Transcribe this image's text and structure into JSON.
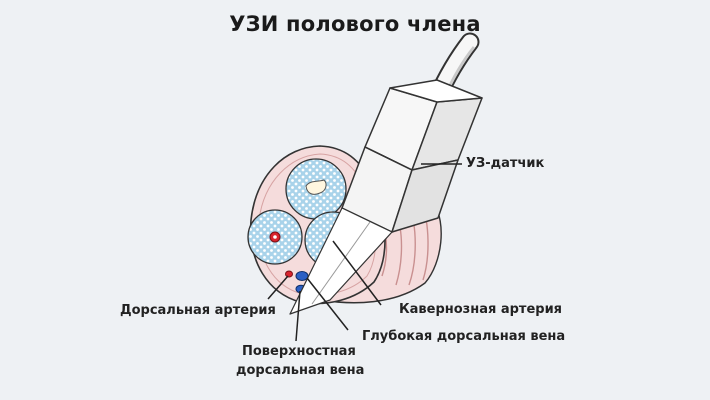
{
  "title": "УЗИ полового члена",
  "labels": {
    "probe": "УЗ-датчик",
    "dorsal_artery": "Дорсальная артерия",
    "cavernous_artery": "Кавернозная артерия",
    "deep_dorsal_vein": "Глубокая дорсальная вена",
    "superficial_dorsal_vein_line1": "Поверхностная",
    "superficial_dorsal_vein_line2": "дорсальная вена"
  },
  "colors": {
    "background": "#eef1f4",
    "tissue": "#f5dcdc",
    "cavernous_body": "#a9d3ea",
    "artery": "#d9232e",
    "vein": "#2b5fc4",
    "probe": "#f7f7f7"
  }
}
